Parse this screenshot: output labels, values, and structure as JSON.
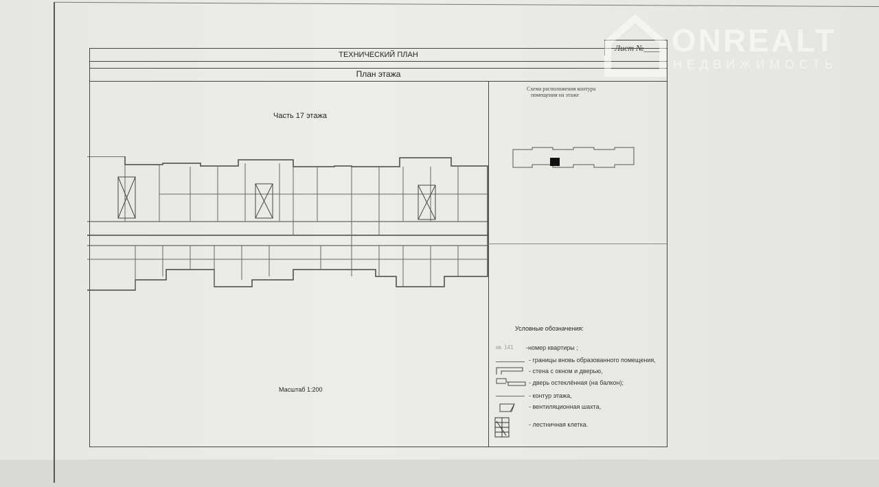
{
  "header": {
    "title": "ТЕХНИЧЕСКИЙ ПЛАН",
    "subtitle": "План этажа",
    "sheet_label": "Лист №____"
  },
  "plan": {
    "part_label": "Часть 17 этажа",
    "scale_label": "Масштаб 1:200"
  },
  "scheme": {
    "caption_line1": "Схема расположения контура",
    "caption_line2": "помещения на этаже"
  },
  "legend": {
    "title": "Условные обозначения:",
    "items": [
      {
        "symbol": "кв. 141",
        "label": "-номер квартиры ;"
      },
      {
        "label": "- границы вновь образованного помещения,"
      },
      {
        "label": "- стена с окном и дверью,"
      },
      {
        "label": "- дверь остеклённая (на балкон);"
      },
      {
        "label": "- контур этажа,"
      },
      {
        "label": "- вентиляционная шахта,"
      },
      {
        "label": "- лестничная клетка."
      }
    ]
  },
  "watermark": {
    "brand": "ONREALT",
    "tagline": "НЕДВИЖИМОСТЬ"
  }
}
